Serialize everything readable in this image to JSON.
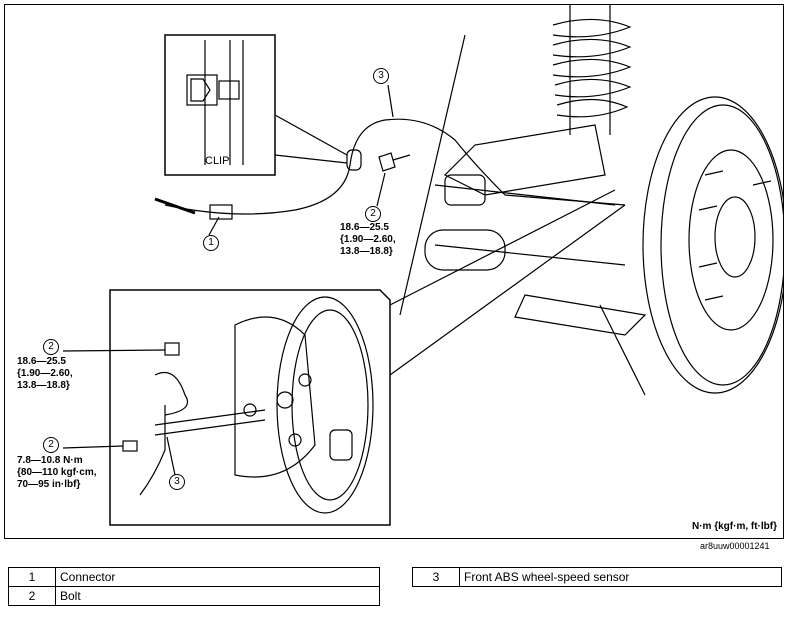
{
  "clip_label": "CLIP",
  "callouts": {
    "c1": "1",
    "c2a": "2",
    "c3a": "3",
    "c2b": "2",
    "c2c": "2",
    "c3b": "3"
  },
  "torque": {
    "upper": [
      "18.6—25.5",
      "{1.90—2.60,",
      "13.8—18.8}"
    ],
    "inset_upper": [
      "18.6—25.5",
      "{1.90—2.60,",
      "13.8—18.8}"
    ],
    "inset_lower": [
      "7.8—10.8 N·m",
      "{80—110 kgf·cm,",
      "70—95 in·lbf}"
    ]
  },
  "units_note": "N·m {kgf·m, ft·lbf}",
  "figure_code": "ar8uuw00001241",
  "legend": {
    "left": [
      {
        "num": "1",
        "name": "Connector"
      },
      {
        "num": "2",
        "name": "Bolt"
      }
    ],
    "right": [
      {
        "num": "3",
        "name": "Front ABS wheel-speed sensor"
      }
    ]
  }
}
